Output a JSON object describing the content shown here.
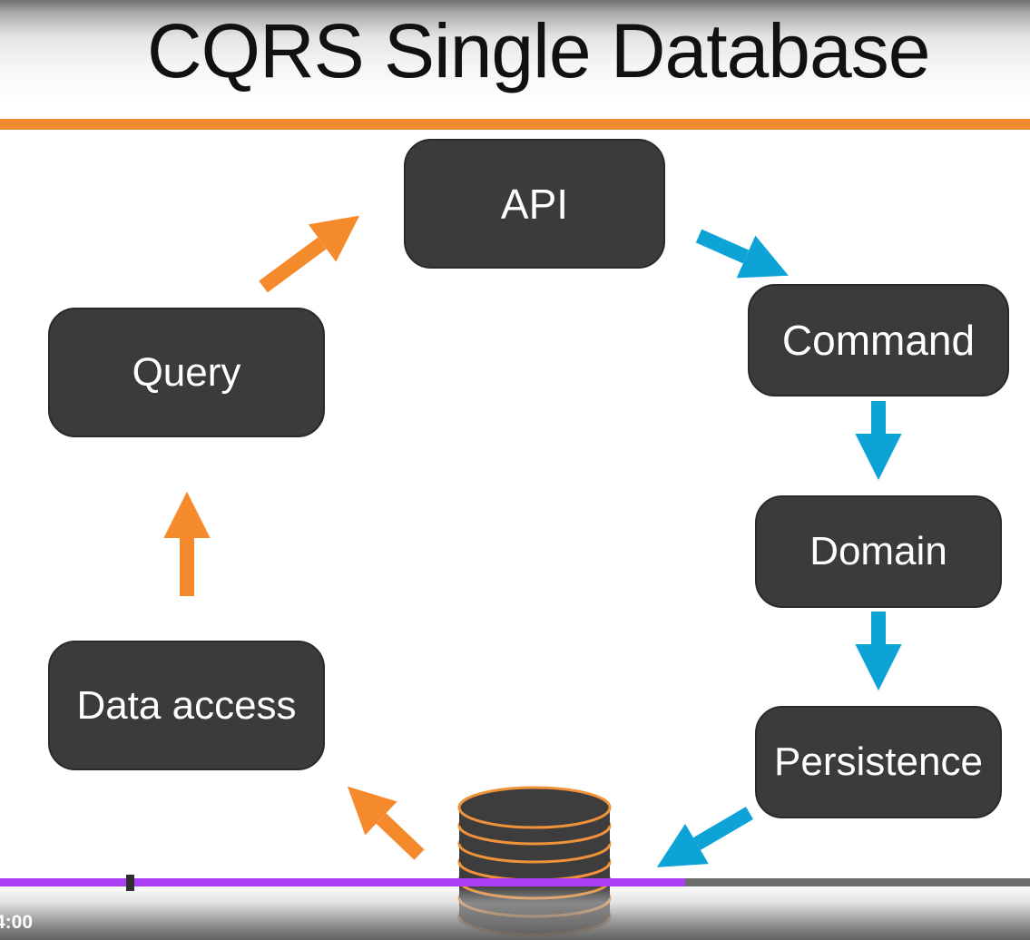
{
  "title": "CQRS Single Database",
  "nodes": {
    "api": "API",
    "command": "Command",
    "domain": "Domain",
    "persistence": "Persistence",
    "query": "Query",
    "data_access": "Data access"
  },
  "colors": {
    "write_path": "#0ea3d6",
    "read_path": "#f58a2c",
    "node_fill": "#3b3b3b",
    "accent_rule": "#ef8a2f"
  },
  "icons": {
    "database": "database-stack-icon"
  },
  "player": {
    "time": "4:00",
    "progress": 0.665
  }
}
